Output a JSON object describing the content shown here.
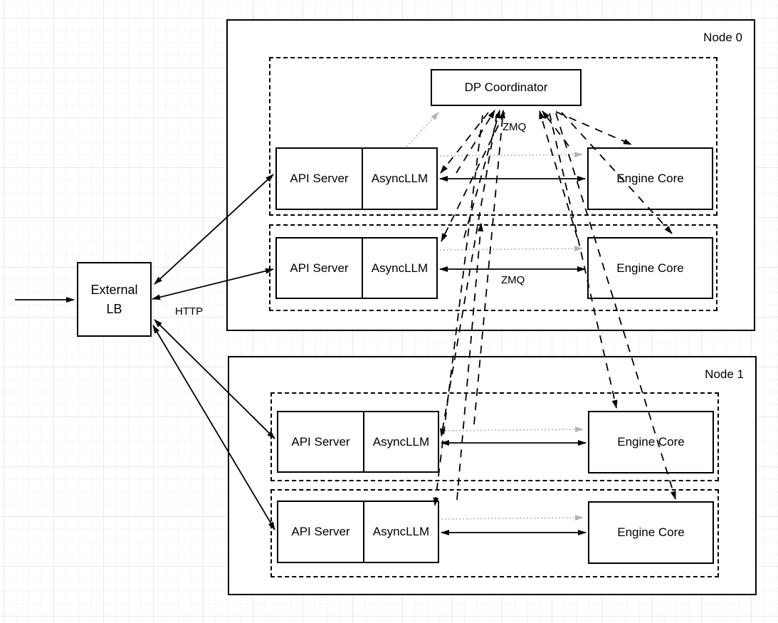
{
  "diagram": {
    "external_lb": {
      "line1": "External",
      "line2": "LB"
    },
    "edge_labels": {
      "http": "HTTP",
      "zmq_coordinator": "ZMQ",
      "zmq_engine": "ZMQ"
    },
    "node0": {
      "title": "Node 0",
      "coordinator_label": "DP Coordinator",
      "rows": [
        {
          "api_server": "API Server",
          "async_llm": "AsyncLLM",
          "engine_core": "Engine Core"
        },
        {
          "api_server": "API Server",
          "async_llm": "AsyncLLM",
          "engine_core": "Engine Core"
        }
      ]
    },
    "node1": {
      "title": "Node 1",
      "rows": [
        {
          "api_server": "API Server",
          "async_llm": "AsyncLLM",
          "engine_core": "Engine Core"
        },
        {
          "api_server": "API Server",
          "async_llm": "AsyncLLM",
          "engine_core": "Engine Core"
        }
      ]
    },
    "colors": {
      "ink": "#000000",
      "muted_arrow": "#b3b3b3",
      "grid_minor": "#f5f5f5",
      "grid_major": "#e9e9e9"
    }
  }
}
